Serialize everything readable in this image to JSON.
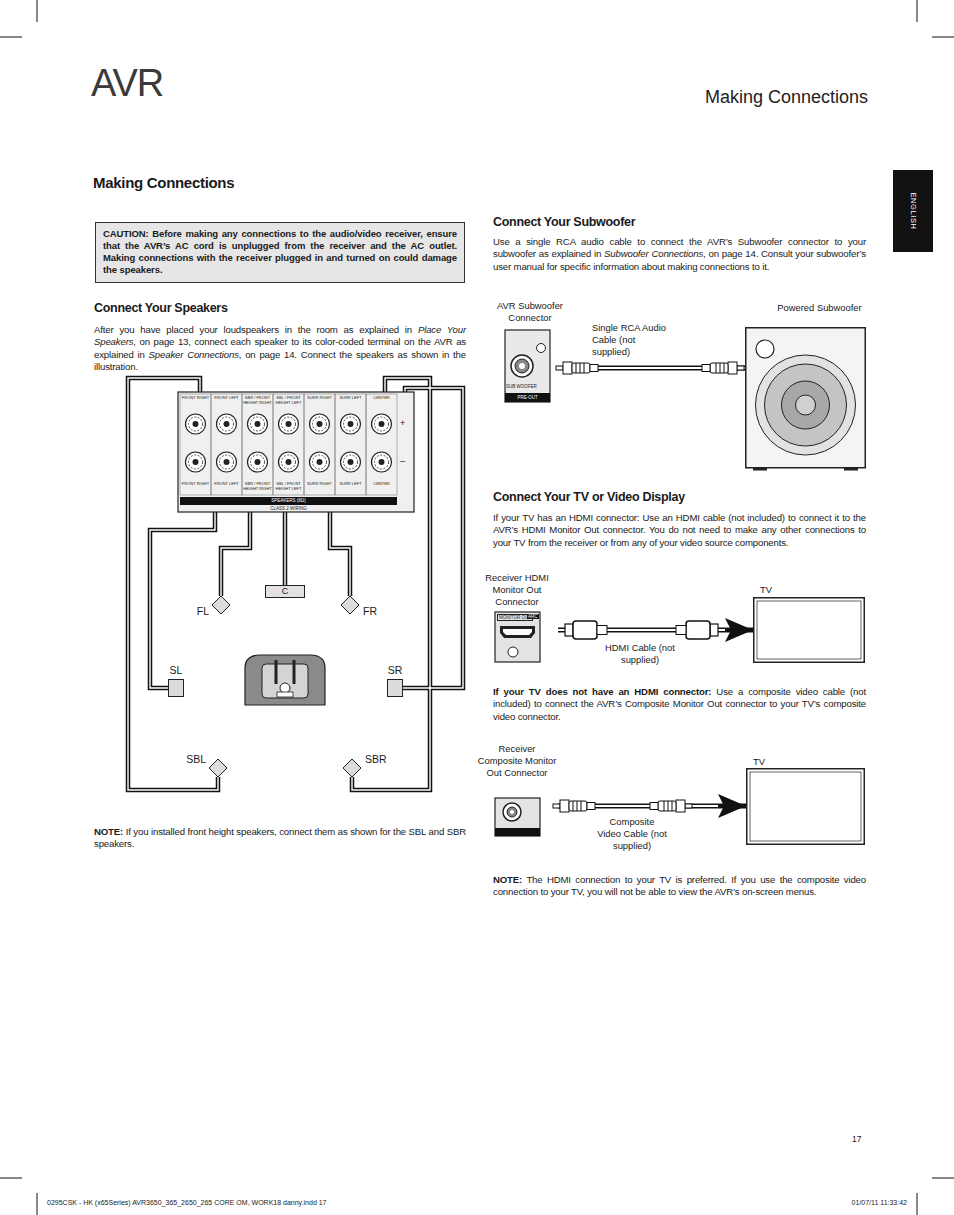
{
  "diagram": {
    "title": "Making Connections",
    "nodes": [
      {
        "text": [
          "CAUTION: Before making any connections to the audio/video receiver, ensure that the AVR’s AC cord is unplugged from the receiver and the AC outlet. Making connections with the receiver plugged in and turned on could damage the speakers."
        ]
      },
      {
        "text": [
          "FL"
        ]
      },
      {
        "text": [
          "C"
        ]
      },
      {
        "text": [
          "FR"
        ]
      },
      {
        "text": [
          "SL"
        ]
      },
      {
        "text": [
          "SR"
        ]
      },
      {
        "text": [
          "SBL"
        ]
      },
      {
        "text": [
          "SBR"
        ]
      },
      {
        "text": [
          "AVR Subwoofer Connector"
        ]
      },
      {
        "text": [
          "Powered Subwoofer"
        ]
      },
      {
        "text": [
          "Receiver HDMI Monitor Out Connector"
        ]
      },
      {
        "text": [
          "TV"
        ]
      },
      {
        "text": [
          "Receiver Composite Monitor Out Connector"
        ]
      },
      {
        "text": [
          "TV"
        ]
      }
    ],
    "edges": [
      {
        "from": 8,
        "to": 9,
        "label": "Single RCA Audio Cable (not supplied)",
        "arrow": "none"
      },
      {
        "from": 10,
        "to": 11,
        "label": "HDMI Cable (not supplied)",
        "arrow": "to"
      },
      {
        "from": 12,
        "to": 13,
        "label": "Composite Video Cable (not supplied)",
        "arrow": "to"
      }
    ],
    "labels": [
      "AVR",
      "Making Connections",
      "ENGLISH",
      "Connect Your Speakers",
      "After you have placed your loudspeakers in the room as explained in ",
      "Place Your Speakers",
      ", on page 13, connect each speaker to its color-coded terminal on the AVR as explained in ",
      "Speaker Connections",
      ", on page 14. Connect the speakers as shown in the illustration.",
      "NOTE:",
      " If you installed front height speakers, connect them as shown for the SBL and SBR speakers.",
      "Connect Your Subwoofer",
      "Use a single RCA audio cable to connect the AVR’s Subwoofer connector to your subwoofer as explained in ",
      "Subwoofer Connections",
      ", on page 14. Consult your subwoofer’s user manual for specific information about making connections to it.",
      "Connect Your TV or Video Display",
      "If your TV has an HDMI connector: Use an HDMI cable (not included) to connect it to the AVR’s HDMI Monitor Out connector. You do not need to make any other connections to your TV from the receiver or from any of your video source components.",
      "If your TV does not have an HDMI connector:",
      " Use a composite video cable (not included) to connect the AVR’s Composite Monitor Out connector to your TV’s composite video connector.",
      "NOTE:",
      " The HDMI connection to your TV is preferred. If you use the composite video connection to your TV, you will not be able to view the AVR’s on-screen menus.",
      "17",
      "0295CSK - HK (x65Series) AVR3650_365_2650_265 CORE OM, WORK18 danny.indd 17",
      "01/07/11 11:33:42",
      "FRONT RIGHT",
      "FRONT LEFT",
      "SBR / FRONT HEIGHT RIGHT",
      "SBL / FRONT HEIGHT LEFT",
      "SURR RIGHT",
      "SURR LEFT",
      "CENTER",
      "FRONT RIGHT",
      "FRONT LEFT",
      "SBR / FRONT HEIGHT RIGHT",
      "SBL / FRONT HEIGHT LEFT",
      "SURR RIGHT",
      "SURR LEFT",
      "CENTER",
      "SPEAKERS (8Ω)",
      "CLASS 2 WIRING",
      "+",
      "–",
      "SUB WOOFER",
      "PRE-OUT",
      "MONITOR OUT",
      "ARC"
    ]
  }
}
